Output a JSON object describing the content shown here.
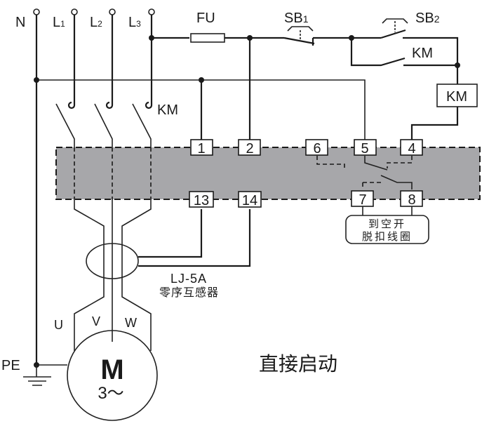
{
  "title": "直接启动",
  "supply": {
    "neutral": "N",
    "phases": [
      {
        "letter": "L",
        "sub": "1"
      },
      {
        "letter": "L",
        "sub": "2"
      },
      {
        "letter": "L",
        "sub": "3"
      }
    ]
  },
  "components": {
    "fuse": "FU",
    "stop_button": {
      "letter": "SB",
      "sub": "1"
    },
    "start_button": {
      "letter": "SB",
      "sub": "2"
    },
    "km_aux_contact": "KM",
    "km_coil": "KM",
    "km_main_contacts": "KM",
    "ct_model": "LJ-5A",
    "ct_name": "零序互感器",
    "trip_note_line1": "到空开",
    "trip_note_line2": "脱扣线圈",
    "motor_symbol": "M",
    "motor_type": "3～",
    "motor_phases": [
      "U",
      "V",
      "W"
    ],
    "ground": "PE"
  },
  "relay": {
    "fill_color": "#a7a7aa",
    "top_terminals": [
      "1",
      "2",
      "6",
      "5",
      "4"
    ],
    "bottom_terminals": [
      "13",
      "14",
      "7",
      "8"
    ]
  }
}
